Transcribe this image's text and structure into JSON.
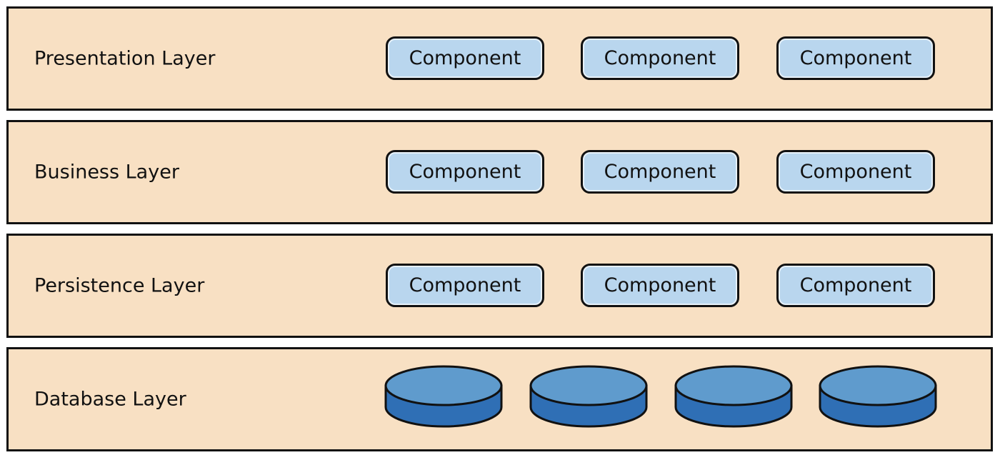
{
  "layers": [
    {
      "label": "Presentation Layer",
      "components": [
        "Component",
        "Component",
        "Component"
      ]
    },
    {
      "label": "Business Layer",
      "components": [
        "Component",
        "Component",
        "Component"
      ]
    },
    {
      "label": "Persistence Layer",
      "components": [
        "Component",
        "Component",
        "Component"
      ]
    },
    {
      "label": "Database Layer",
      "databases": 4
    }
  ],
  "colors": {
    "layer_fill": "#f8e0c3",
    "component_fill": "#b9d6ee",
    "database_top": "#5f9bcd",
    "database_body": "#2f6fb5",
    "outline": "#111111"
  }
}
